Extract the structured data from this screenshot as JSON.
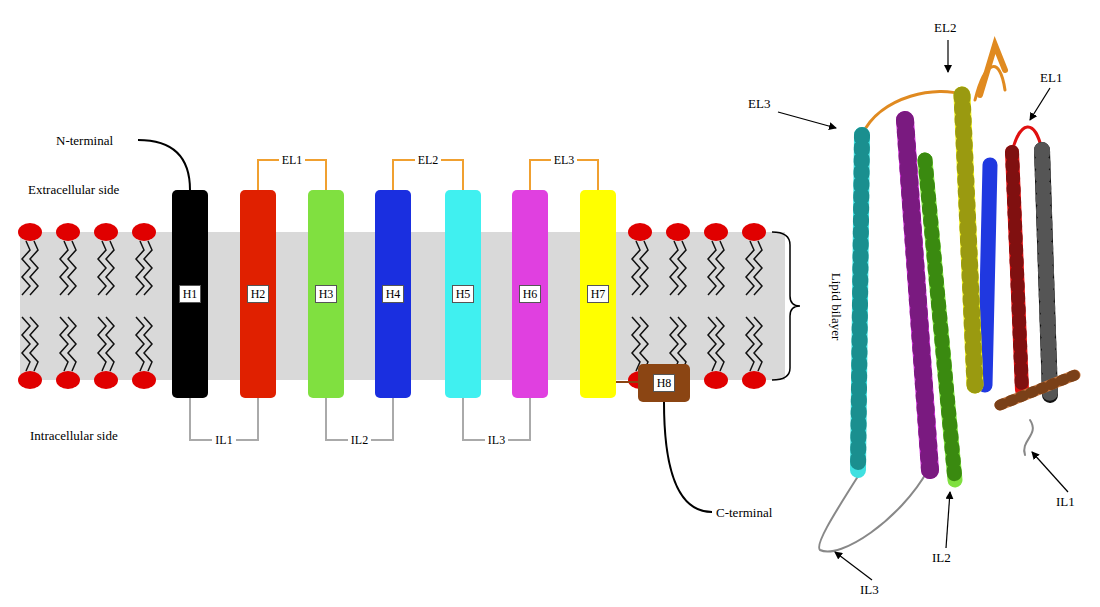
{
  "diagram": {
    "nodes": [
      {
        "text": [
          "H1"
        ]
      },
      {
        "text": [
          "H2"
        ]
      },
      {
        "text": [
          "H3"
        ]
      },
      {
        "text": [
          "H4"
        ]
      },
      {
        "text": [
          "H5"
        ]
      },
      {
        "text": [
          "H6"
        ]
      },
      {
        "text": [
          "H7"
        ]
      },
      {
        "text": [
          "H8"
        ]
      }
    ],
    "edges": [
      {
        "from": 0,
        "to": 1,
        "label": "IL1",
        "arrow": "none"
      },
      {
        "from": 1,
        "to": 2,
        "label": "EL1",
        "arrow": "none"
      },
      {
        "from": 2,
        "to": 3,
        "label": "IL2",
        "arrow": "none"
      },
      {
        "from": 3,
        "to": 4,
        "label": "EL2",
        "arrow": "none"
      },
      {
        "from": 4,
        "to": 5,
        "label": "IL3",
        "arrow": "none"
      },
      {
        "from": 5,
        "to": 6,
        "label": "EL3",
        "arrow": "none"
      },
      {
        "from": 6,
        "to": 7,
        "arrow": "none"
      }
    ],
    "labels": [
      "N-terminal",
      "Extracellular side",
      "Intracellular side",
      "C-terminal",
      "Lipid bilayer",
      "EL3",
      "EL2",
      "EL1",
      "IL1",
      "IL2",
      "IL3"
    ]
  }
}
